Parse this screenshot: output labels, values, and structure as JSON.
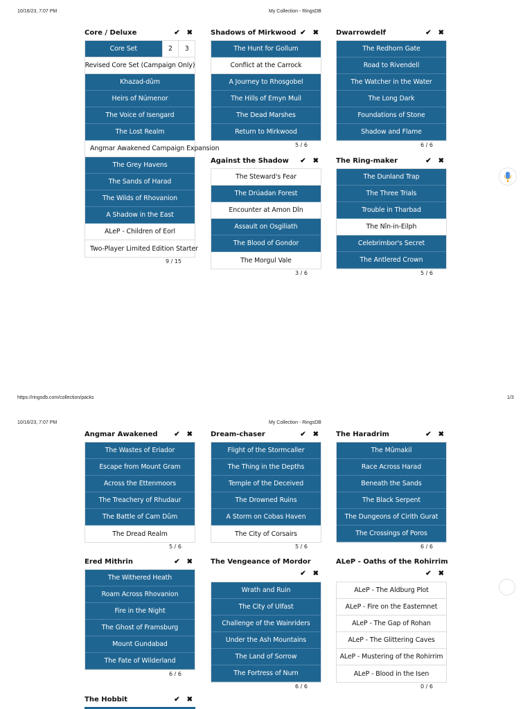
{
  "page1": {
    "timestamp": "10/16/23, 7:07 PM",
    "title": "My Collection - RingsDB",
    "url": "https://ringsdb.com/collection/packs",
    "page_number": "1/3"
  },
  "page2": {
    "timestamp": "10/16/23, 7:07 PM",
    "title": "My Collection - RingsDB"
  },
  "controls": {
    "check": "✔",
    "cross": "✖"
  },
  "groups": {
    "core": {
      "title": "Core / Deluxe",
      "core_set": {
        "name": "Core Set",
        "qty2": "2",
        "qty3": "3"
      },
      "items": [
        "Revised Core Set (Campaign Only)",
        "Khazad-dûm",
        "Heirs of Númenor",
        "The Voice of Isengard",
        "The Lost Realm",
        "Angmar Awakened Campaign Expansion",
        "The Grey Havens",
        "The Sands of Harad",
        "The Wilds of Rhovanion",
        "A Shadow in the East",
        "ALeP - Children of Eorl",
        "Two-Player Limited Edition Starter"
      ],
      "count": "9 / 15"
    },
    "mirkwood": {
      "title": "Shadows of Mirkwood",
      "items": [
        "The Hunt for Gollum",
        "Conflict at the Carrock",
        "A Journey to Rhosgobel",
        "The Hills of Emyn Muil",
        "The Dead Marshes",
        "Return to Mirkwood"
      ],
      "count": "5 / 6"
    },
    "dwarrowdelf": {
      "title": "Dwarrowdelf",
      "items": [
        "The Redhorn Gate",
        "Road to Rivendell",
        "The Watcher in the Water",
        "The Long Dark",
        "Foundations of Stone",
        "Shadow and Flame"
      ],
      "count": "6 / 6"
    },
    "against": {
      "title": "Against the Shadow",
      "items": [
        "The Steward's Fear",
        "The Drúadan Forest",
        "Encounter at Amon Dîn",
        "Assault on Osgiliath",
        "The Blood of Gondor",
        "The Morgul Vale"
      ],
      "count": "3 / 6"
    },
    "ringmaker": {
      "title": "The Ring-maker",
      "items": [
        "The Dunland Trap",
        "The Three Trials",
        "Trouble in Tharbad",
        "The Nîn-in-Eilph",
        "Celebrimbor's Secret",
        "The Antlered Crown"
      ],
      "count": "5 / 6"
    },
    "angmar": {
      "title": "Angmar Awakened",
      "items": [
        "The Wastes of Eriador",
        "Escape from Mount Gram",
        "Across the Ettenmoors",
        "The Treachery of Rhudaur",
        "The Battle of Carn Dûm",
        "The Dread Realm"
      ],
      "count": "5 / 6"
    },
    "dreamchaser": {
      "title": "Dream-chaser",
      "items": [
        "Flight of the Stormcaller",
        "The Thing in the Depths",
        "Temple of the Deceived",
        "The Drowned Ruins",
        "A Storm on Cobas Haven",
        "The City of Corsairs"
      ],
      "count": "5 / 6"
    },
    "haradrim": {
      "title": "The Haradrim",
      "items": [
        "The Mûmakil",
        "Race Across Harad",
        "Beneath the Sands",
        "The Black Serpent",
        "The Dungeons of Cirith Gurat",
        "The Crossings of Poros"
      ],
      "count": "6 / 6"
    },
    "ered": {
      "title": "Ered Mithrin",
      "items": [
        "The Withered Heath",
        "Roam Across Rhovanion",
        "Fire in the Night",
        "The Ghost of Framsburg",
        "Mount Gundabad",
        "The Fate of Wilderland"
      ],
      "count": "6 / 6"
    },
    "vengeance": {
      "title": "The Vengeance of Mordor",
      "items": [
        "Wrath and Ruin",
        "The City of Ulfast",
        "Challenge of the Wainriders",
        "Under the Ash Mountains",
        "The Land of Sorrow",
        "The Fortress of Nurn"
      ],
      "count": "6 / 6"
    },
    "oaths": {
      "title": "ALeP - Oaths of the Rohirrim",
      "items": [
        "ALeP - The Aldburg Plot",
        "ALeP - Fire on the Eastemnet",
        "ALeP - The Gap of Rohan",
        "ALeP - The Glittering Caves",
        "ALeP - Mustering of the Rohirrim",
        "ALeP - Blood in the Isen"
      ],
      "count": "0 / 6"
    },
    "hobbit": {
      "title": "The Hobbit"
    }
  }
}
